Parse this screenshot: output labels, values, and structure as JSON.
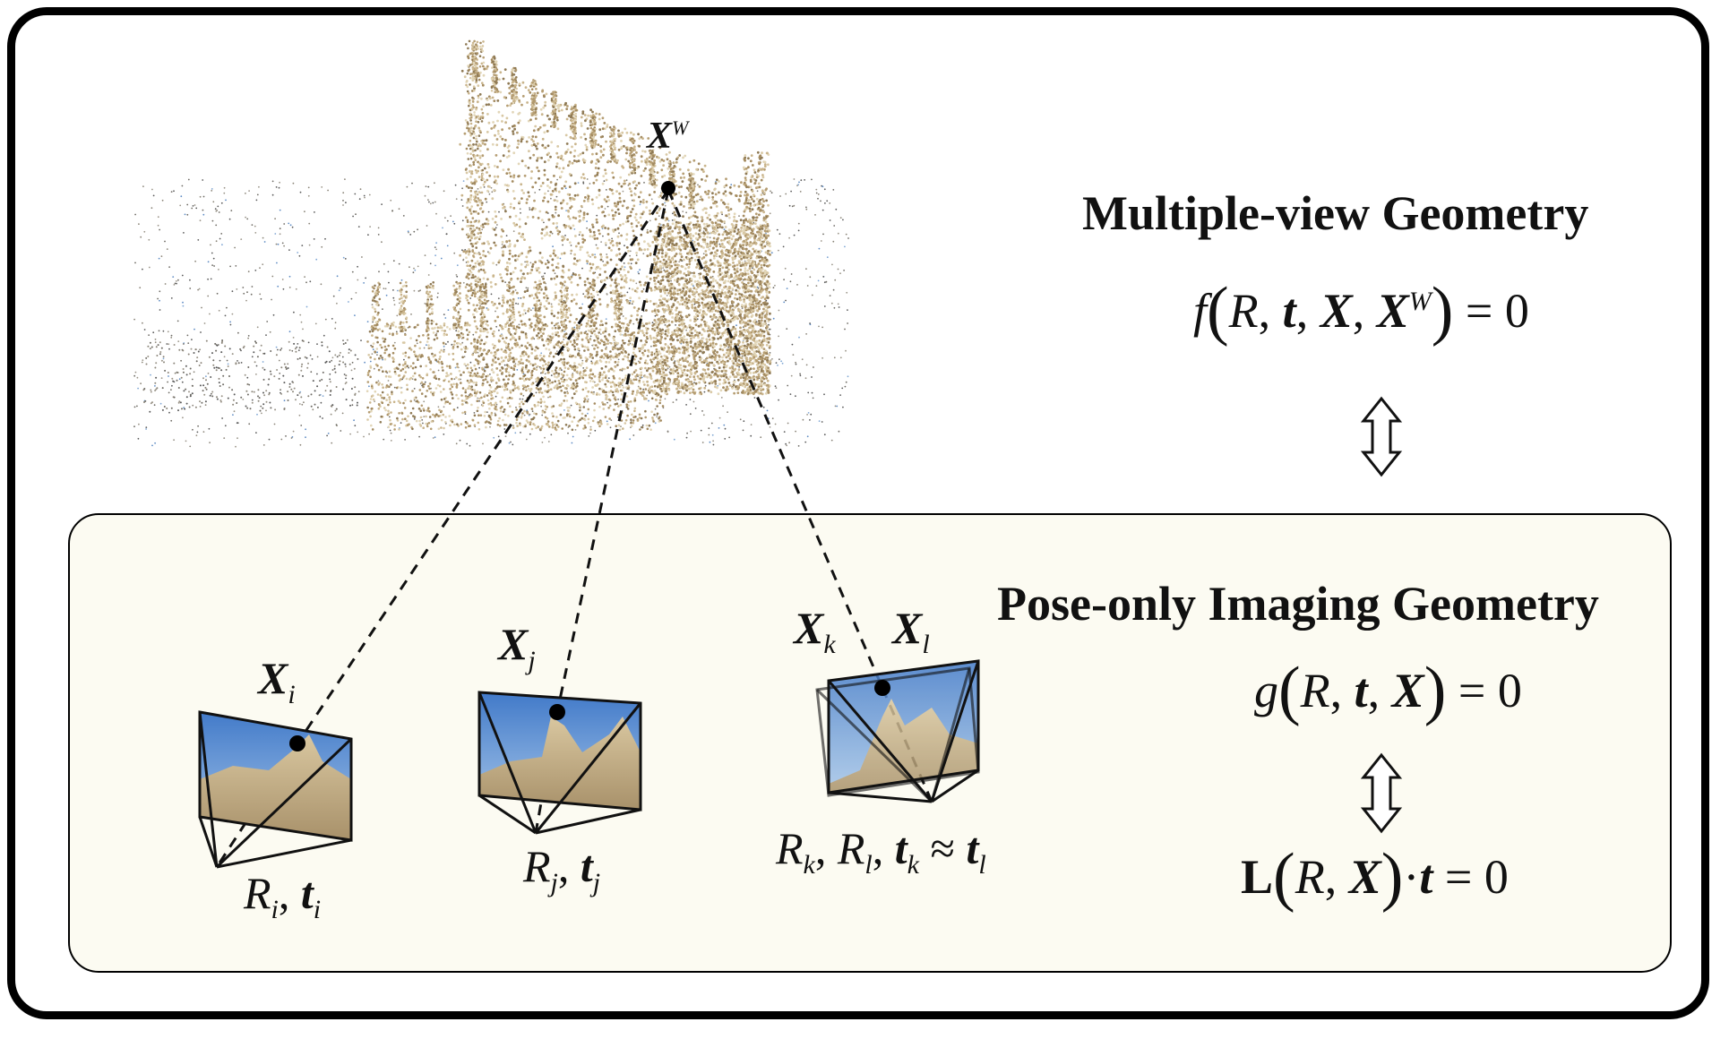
{
  "multiview": {
    "title": "Multiple-view Geometry",
    "eq_f": "f",
    "eq_R": "R",
    "eq_t": "t",
    "eq_X": "X",
    "eq_XW": "X",
    "eq_W": "W",
    "eq_rhs": "= 0"
  },
  "poseonly": {
    "title": "Pose-only Imaging Geometry",
    "eq_g": "g",
    "eq_R": "R",
    "eq_t": "t",
    "eq_X": "X",
    "eq_rhs": "= 0",
    "eq2_L": "L",
    "eq2_R": "R",
    "eq2_X": "X",
    "eq2_dot": "·",
    "eq2_t": "t",
    "eq2_rhs": "= 0"
  },
  "world_point": {
    "symbol": "X",
    "sup": "W"
  },
  "cameras": [
    {
      "point": "X",
      "point_sub": "i",
      "pose_R": "R",
      "pose_R_sub": "i",
      "pose_t": "t",
      "pose_t_sub": "i"
    },
    {
      "point": "X",
      "point_sub": "j",
      "pose_R": "R",
      "pose_R_sub": "j",
      "pose_t": "t",
      "pose_t_sub": "j"
    },
    {
      "point": "X",
      "point_sub": "k",
      "point2": "X",
      "point2_sub": "l",
      "pose_R": "R",
      "pose_R_sub": "k",
      "pose_R2": "R",
      "pose_R2_sub": "l",
      "pose_t": "t",
      "pose_t_sub": "k",
      "approx": "≈",
      "pose_t2": "t",
      "pose_t2_sub": "l"
    }
  ],
  "colors": {
    "frame": "#000000",
    "panel_bg": "#fcfbf2",
    "sky": "#5b8fd6",
    "stone": "#c8b28a"
  }
}
